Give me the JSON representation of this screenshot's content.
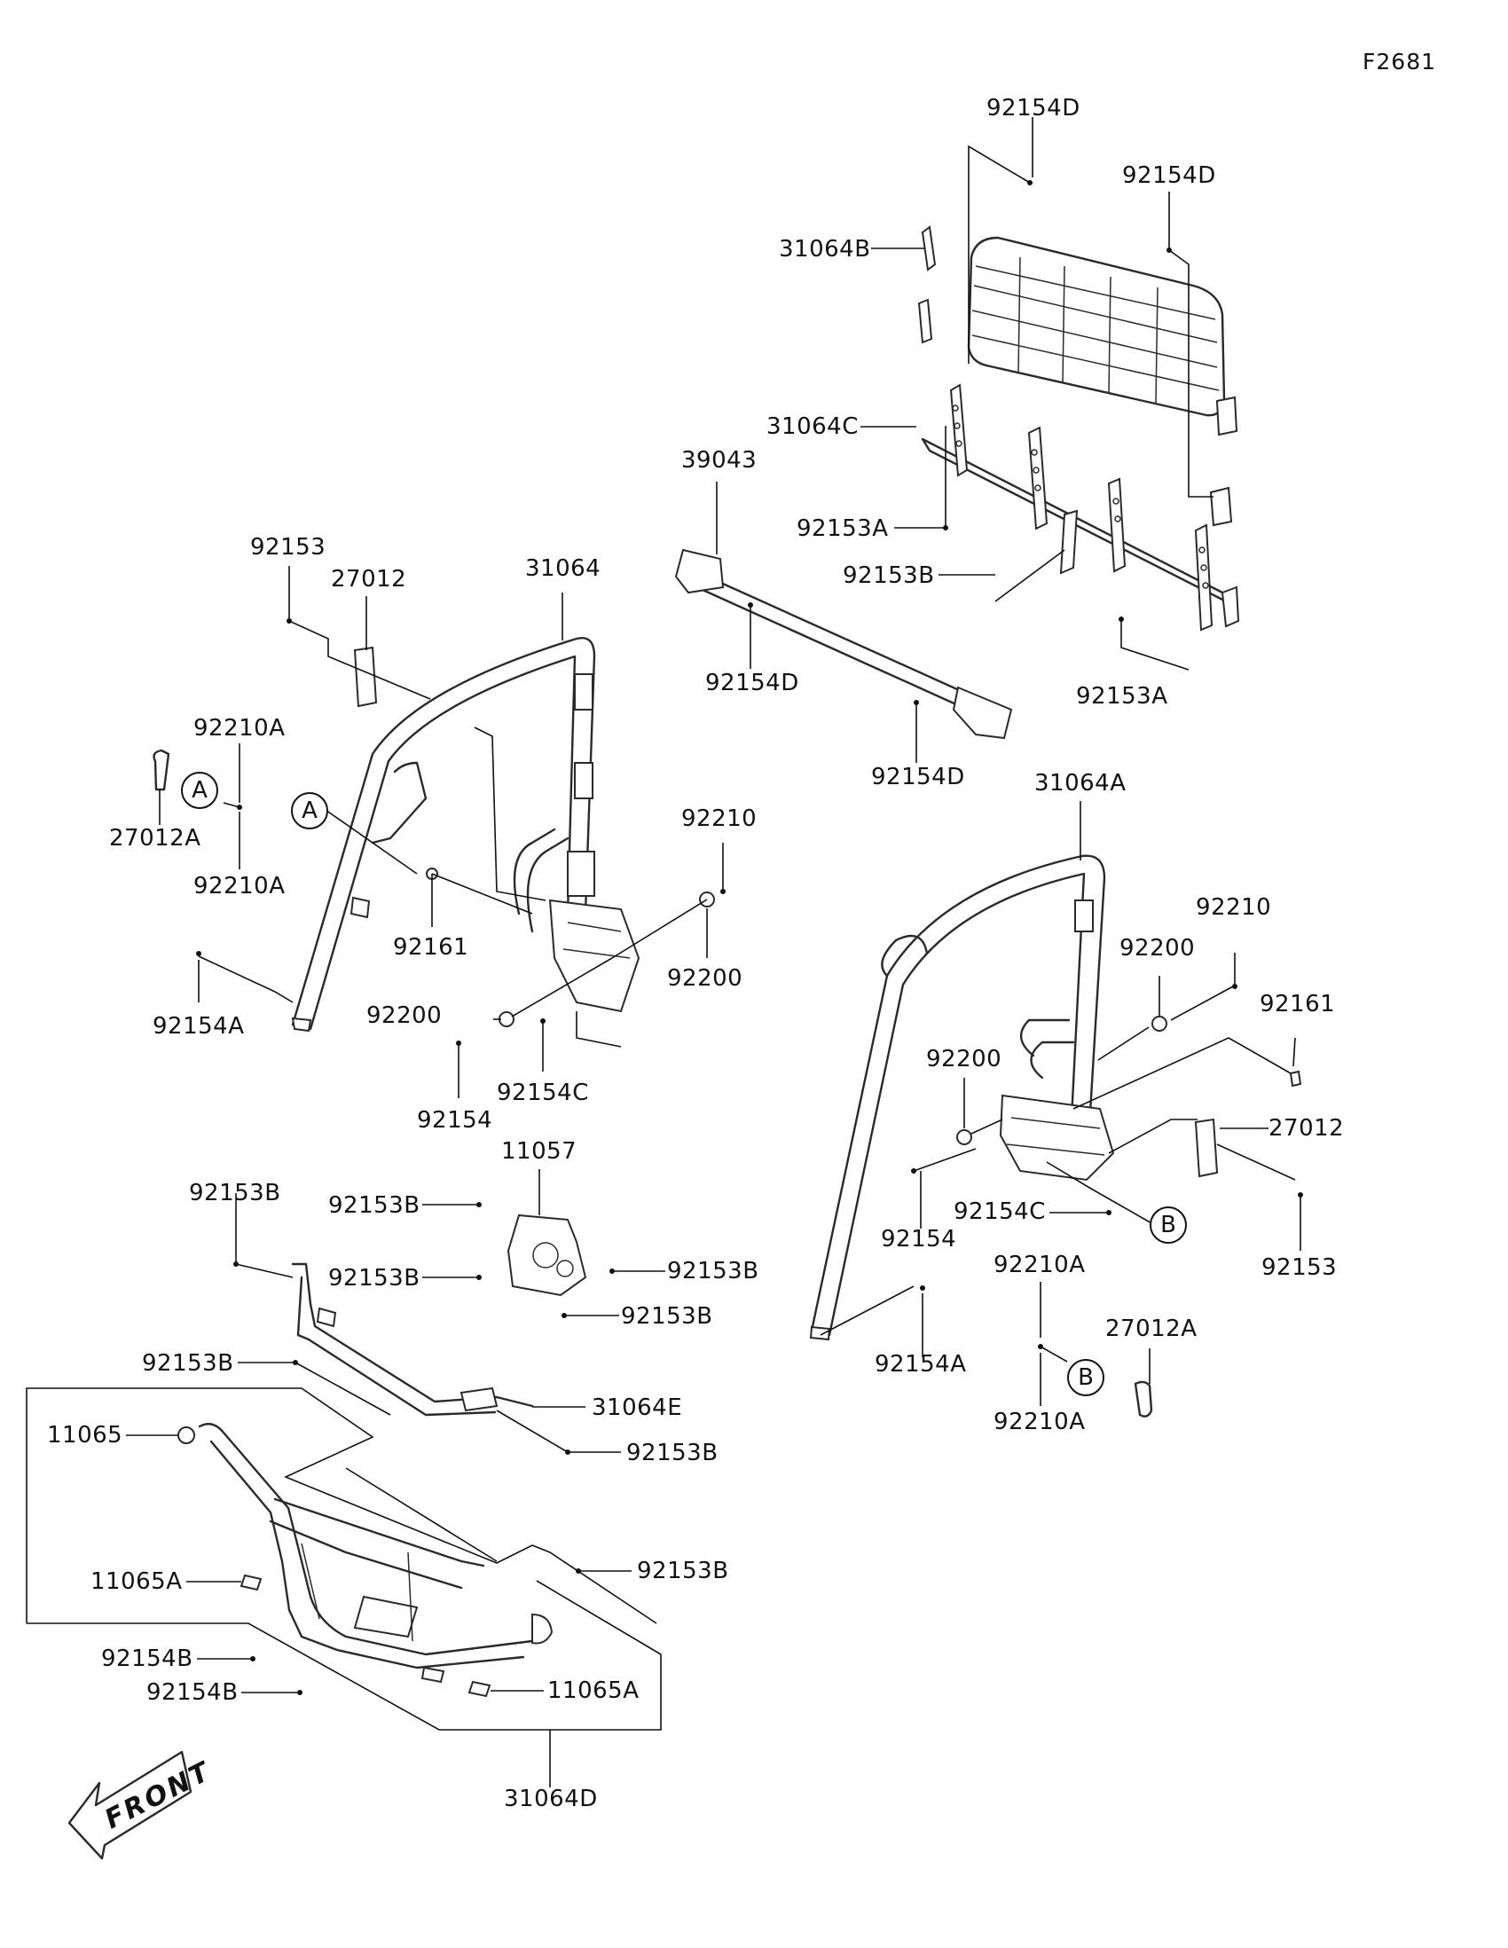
{
  "figure_code": "F2681",
  "front_label": "FRONT",
  "callouts": {
    "a_left": "A",
    "a_small": "A",
    "b_right": "B",
    "b_small": "B"
  },
  "labels": {
    "p92154D_top": "92154D",
    "p92154D_right": "92154D",
    "p31064B": "31064B",
    "p31064C": "31064C",
    "p39043": "39043",
    "p92153A_upper": "92153A",
    "p92153B_bracket": "92153B",
    "p92154D_bar_left": "92154D",
    "p92153A_lower": "92153A",
    "p92154D_bar_bottom": "92154D",
    "p92153_left": "92153",
    "p27012_left": "27012",
    "p31064": "31064",
    "p92210A_left_top": "92210A",
    "p27012A_left": "27012A",
    "p92210A_left_bottom": "92210A",
    "p92161_left": "92161",
    "p92210_left": "92210",
    "p92200_left_right": "92200",
    "p92200_left_left": "92200",
    "p92154A_left": "92154A",
    "p92154C_left": "92154C",
    "p92154_left": "92154",
    "p31064A": "31064A",
    "p92210_right": "92210",
    "p92200_right_top": "92200",
    "p92161_right": "92161",
    "p92200_right_mid": "92200",
    "p27012_right": "27012",
    "p92154C_right": "92154C",
    "p92154_right": "92154",
    "p92153_right": "92153",
    "p92210A_right_top": "92210A",
    "p27012A_right": "27012A",
    "p92154A_right": "92154A",
    "p92210A_right_bottom": "92210A",
    "p11057": "11057",
    "p92153B_plate_a": "92153B",
    "p92153B_plate_b": "92153B",
    "p92153B_plate_c": "92153B",
    "p92153B_plate_d": "92153B",
    "p92153B_bar_top": "92153B",
    "p92153B_bar_left": "92153B",
    "p31064E": "31064E",
    "p92153B_bar_right": "92153B",
    "p11065": "11065",
    "p92153B_bumper": "92153B",
    "p11065A_left": "11065A",
    "p92154B_a": "92154B",
    "p92154B_b": "92154B",
    "p11065A_right": "11065A",
    "p31064D": "31064D"
  }
}
